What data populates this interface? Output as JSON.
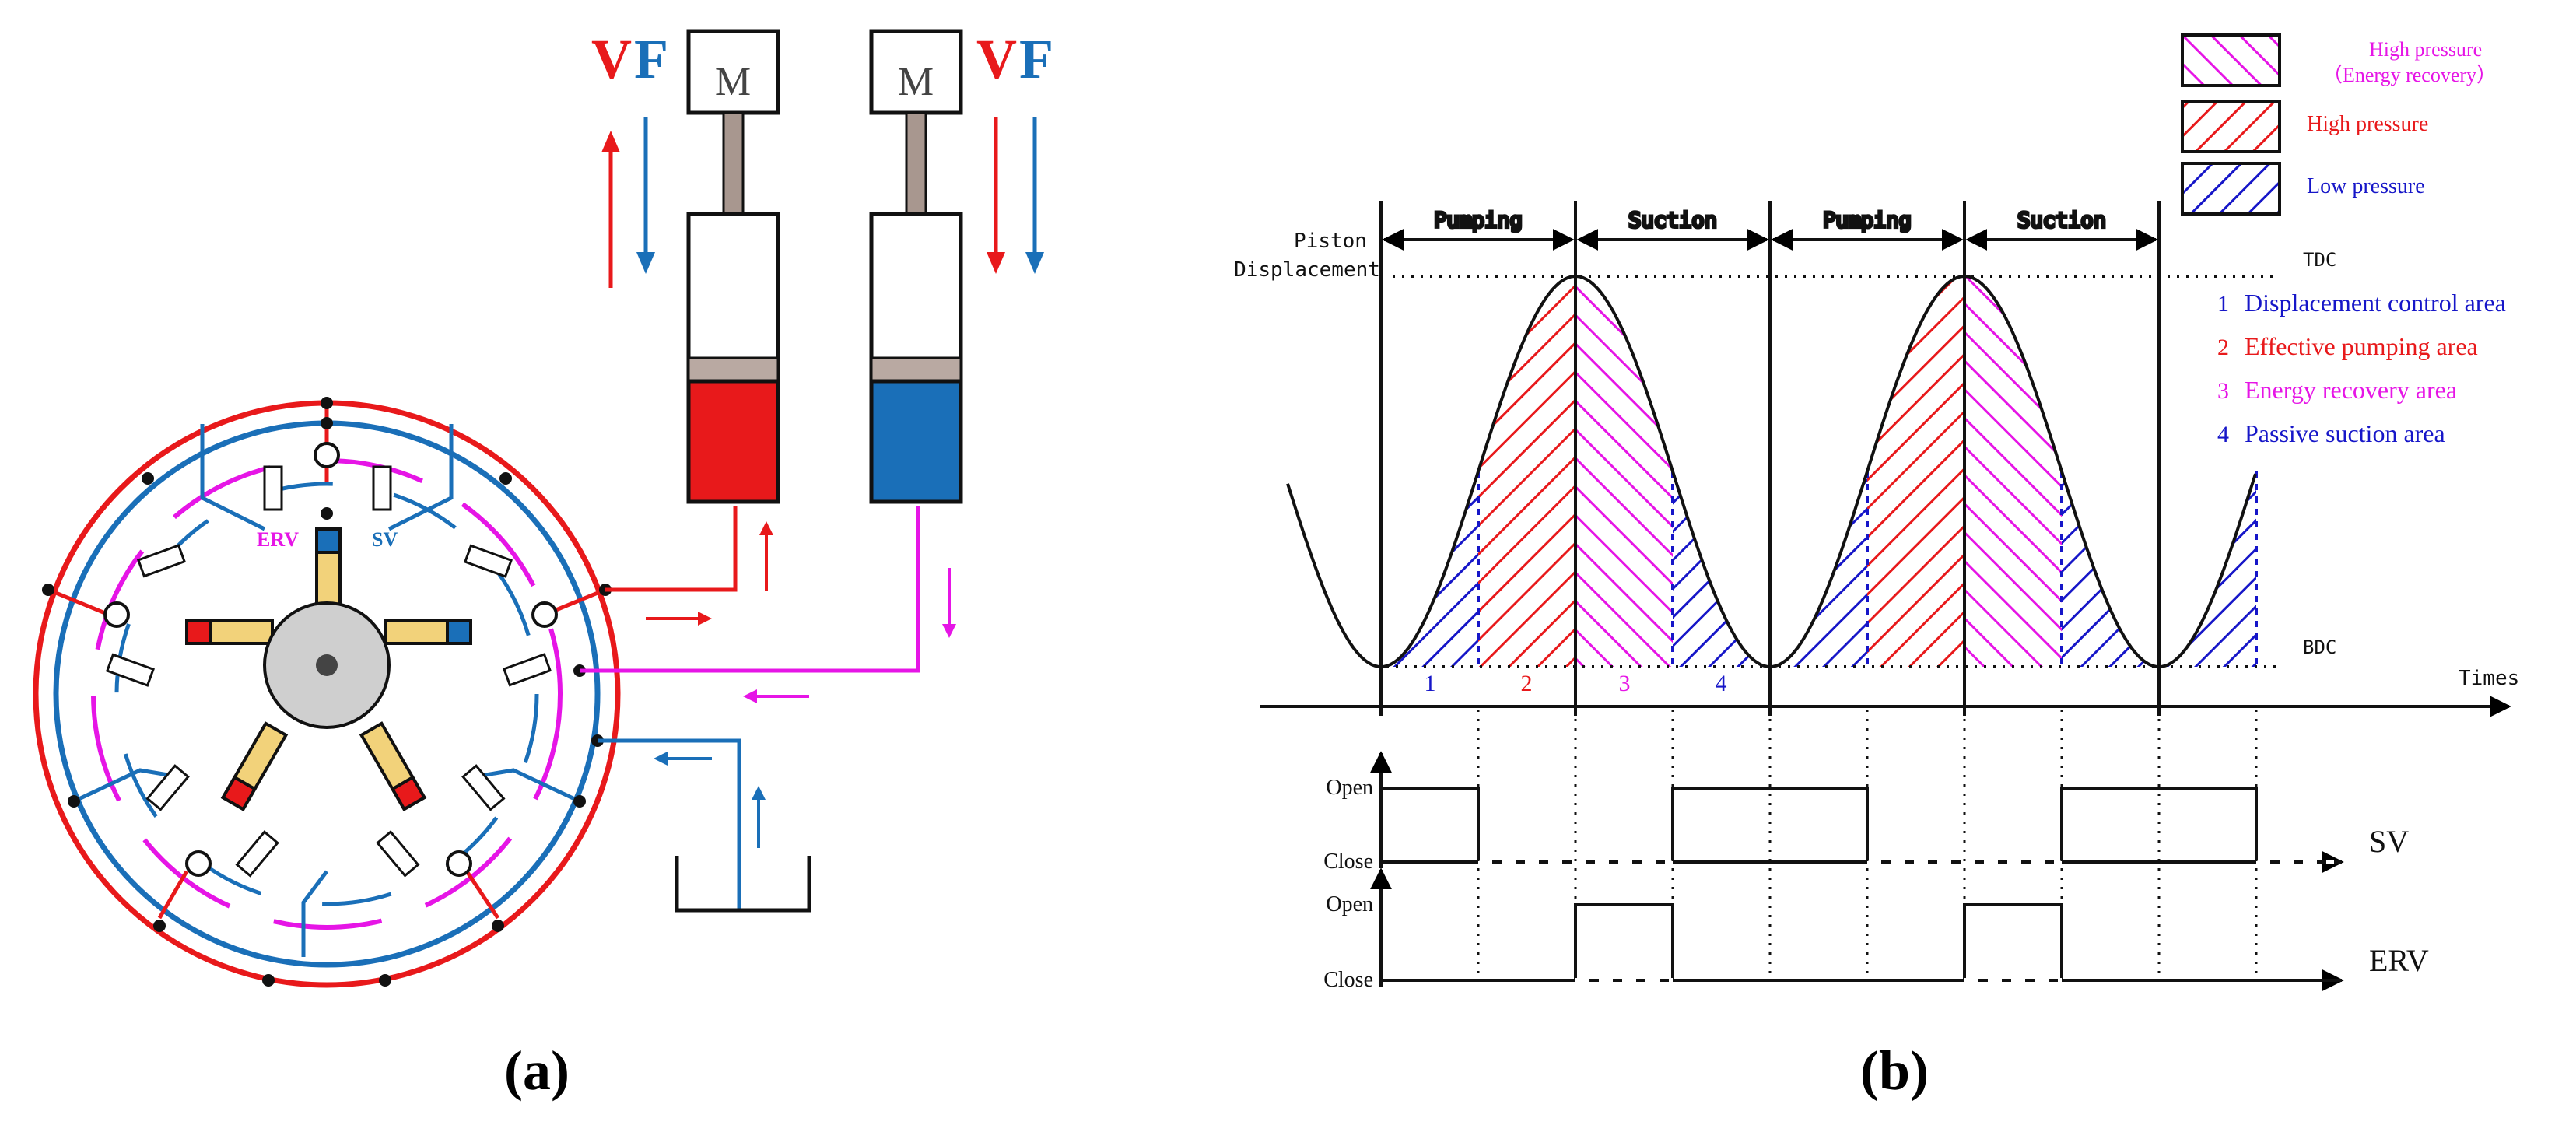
{
  "panel_a": {
    "caption": "(a)",
    "motor_label": "M",
    "v_label": "V",
    "f_label": "F",
    "erv_label": "ERV",
    "sv_label": "SV"
  },
  "panel_b": {
    "caption": "(b)",
    "legend": {
      "high_energy_1": "High pressure",
      "high_energy_2": "（Energy recovery）",
      "high": "High pressure",
      "low": "Low pressure"
    },
    "phases": [
      "Pumping",
      "Suction",
      "Pumping",
      "Suction"
    ],
    "ylabel_1": "Piston",
    "ylabel_2": "Displacement",
    "tdc": "TDC",
    "bdc": "BDC",
    "xlabel": "Times",
    "areas": [
      {
        "num": "1",
        "text": "Displacement control area"
      },
      {
        "num": "2",
        "text": "Effective pumping area"
      },
      {
        "num": "3",
        "text": "Energy recovery area"
      },
      {
        "num": "4",
        "text": "Passive suction area"
      }
    ],
    "area_nums": [
      "1",
      "2",
      "3",
      "4"
    ],
    "sv": {
      "open": "Open",
      "close": "Close",
      "name": "SV"
    },
    "erv": {
      "open": "Open",
      "close": "Close",
      "name": "ERV"
    }
  },
  "colors": {
    "red": "#e8191b",
    "blue": "#1a6fb8",
    "magenta": "#e615e6",
    "dark_blue": "#1616c8",
    "valve_yellow": "#f2d27a"
  }
}
